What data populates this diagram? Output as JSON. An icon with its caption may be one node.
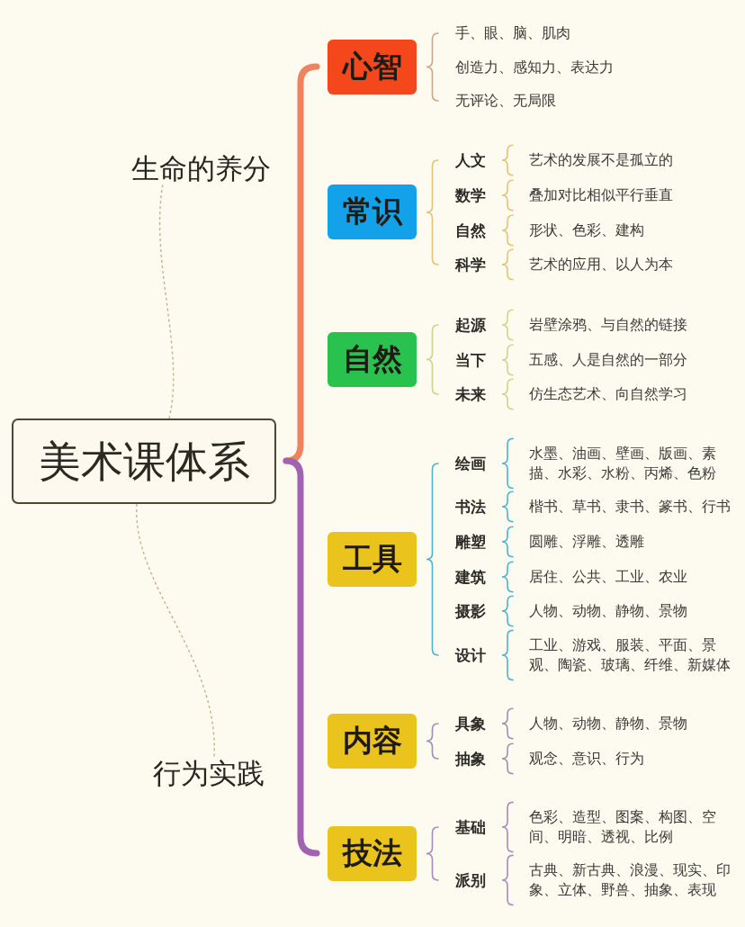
{
  "diagram": {
    "nodes": [
      {
        "text": [
          "美术课体系"
        ]
      },
      {
        "text": [
          "生命的养分"
        ]
      },
      {
        "text": [
          "行为实践"
        ]
      },
      {
        "text": [
          "心智"
        ]
      },
      {
        "text": [
          "常识"
        ]
      },
      {
        "text": [
          "自然"
        ]
      },
      {
        "text": [
          "工具"
        ]
      },
      {
        "text": [
          "内容"
        ]
      },
      {
        "text": [
          "技法"
        ]
      }
    ],
    "edges": [
      {
        "from": 0,
        "to": 1,
        "arrow": "none",
        "style": "dashed"
      },
      {
        "from": 0,
        "to": 2,
        "arrow": "none",
        "style": "dashed"
      }
    ],
    "labels": [
      "手、眼、脑、肌肉",
      "创造力、感知力、表达力",
      "无评论、无局限",
      "人文",
      "艺术的发展不是孤立的",
      "数学",
      "叠加对比相似平行垂直",
      "自然",
      "形状、色彩、建构",
      "科学",
      "艺术的应用、以人为本",
      "起源",
      "岩壁涂鸦、与自然的链接",
      "当下",
      "五感、人是自然的一部分",
      "未来",
      "仿生态艺术、向自然学习",
      "绘画",
      "水墨、油画、壁画、版画、素描、水彩、水粉、丙烯、色粉",
      "书法",
      "楷书、草书、隶书、篆书、行书",
      "雕塑",
      "圆雕、浮雕、透雕",
      "建筑",
      "居住、公共、工业、农业",
      "摄影",
      "人物、动物、静物、景物",
      "设计",
      "工业、游戏、服装、平面、景观、陶瓷、玻璃、纤维、新媒体",
      "具象",
      "人物、动物、静物、景物",
      "抽象",
      "观念、意识、行为",
      "基础",
      "色彩、造型、图案、构图、空间、明暗、透视、比例",
      "派别",
      "古典、新古典、浪漫、现实、印象、立体、野兽、抽象、表现"
    ]
  }
}
